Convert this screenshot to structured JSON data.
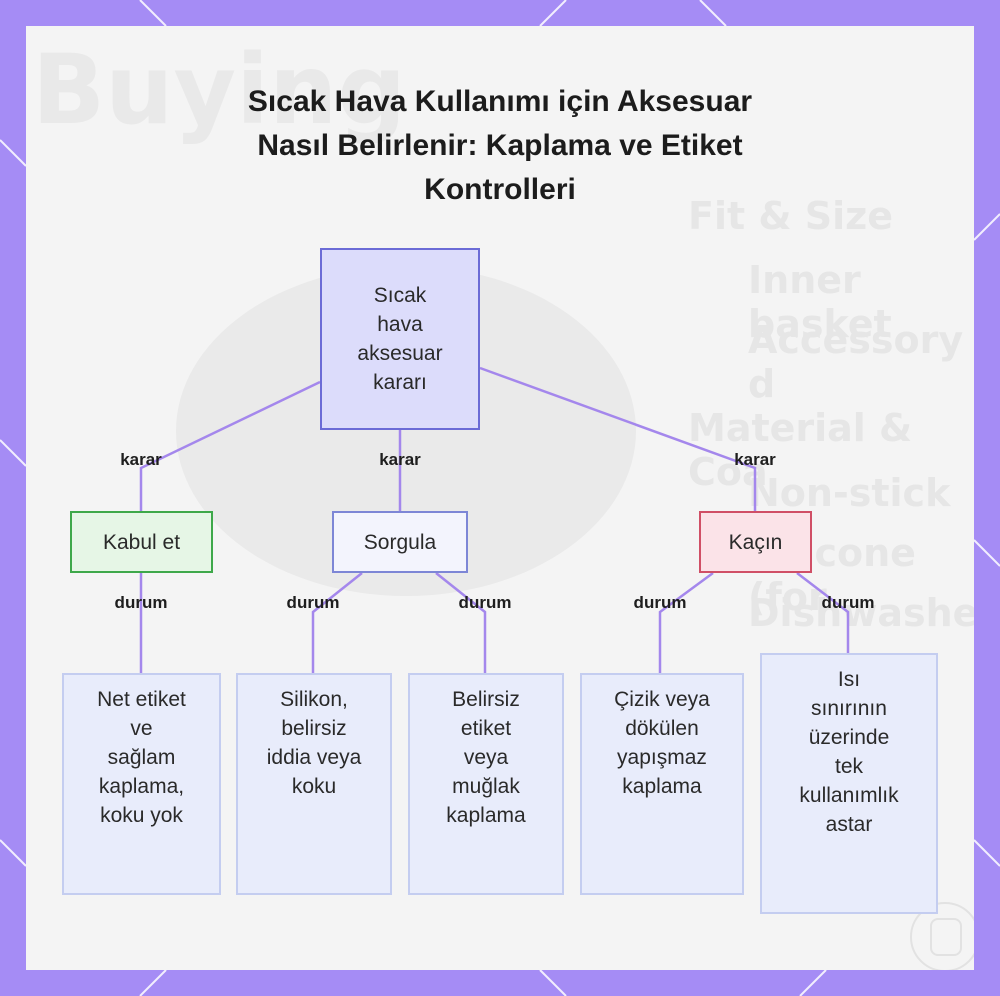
{
  "title_lines": [
    "Sıcak Hava Kullanımı için Aksesuar",
    "Nasıl Belirlenir: Kaplama ve Etiket",
    "Kontrolleri"
  ],
  "background_text": {
    "heading": "Buying",
    "section_fit": "Fit & Size",
    "item_inner": "Inner basket",
    "item_accessory": "Accessory d",
    "section_material": "Material & Coa",
    "item_nonstick": "Non-stick (o",
    "item_silicone": "Silicone (for",
    "item_dishwasher": "Dishwasher"
  },
  "colors": {
    "frame": "#a58cf5",
    "edge": "#a487ec",
    "root_fill": "#dcdcfb",
    "root_border": "#6b6bd6",
    "accept_fill": "#e6f6e6",
    "accept_border": "#3ea84a",
    "question_fill": "#f3f4fd",
    "question_border": "#7d86d6",
    "avoid_fill": "#fbe3e8",
    "avoid_border": "#d04f66",
    "leaf_fill": "#e8ecfb",
    "leaf_border": "#c4cdf0"
  },
  "diagram": {
    "root": {
      "lines": [
        "Sıcak",
        "hava",
        "aksesuar",
        "kararı"
      ]
    },
    "branches": [
      {
        "label": "Kabul et",
        "edge_label": "karar",
        "style": "accept",
        "leaves": [
          {
            "edge_label": "durum",
            "lines": [
              "Net etiket",
              "ve",
              "sağlam",
              "kaplama,",
              "koku yok"
            ]
          }
        ]
      },
      {
        "label": "Sorgula",
        "edge_label": "karar",
        "style": "question",
        "leaves": [
          {
            "edge_label": "durum",
            "lines": [
              "Silikon,",
              "belirsiz",
              "iddia veya",
              "koku"
            ]
          },
          {
            "edge_label": "durum",
            "lines": [
              "Belirsiz",
              "etiket",
              "veya",
              "muğlak",
              "kaplama"
            ]
          }
        ]
      },
      {
        "label": "Kaçın",
        "edge_label": "karar",
        "style": "avoid",
        "leaves": [
          {
            "edge_label": "durum",
            "lines": [
              "Çizik veya",
              "dökülen",
              "yapışmaz",
              "kaplama"
            ]
          },
          {
            "edge_label": "durum",
            "lines": [
              "Isı",
              "sınırının",
              "üzerinde",
              "tek",
              "kullanımlık",
              "astar"
            ]
          }
        ]
      }
    ]
  }
}
